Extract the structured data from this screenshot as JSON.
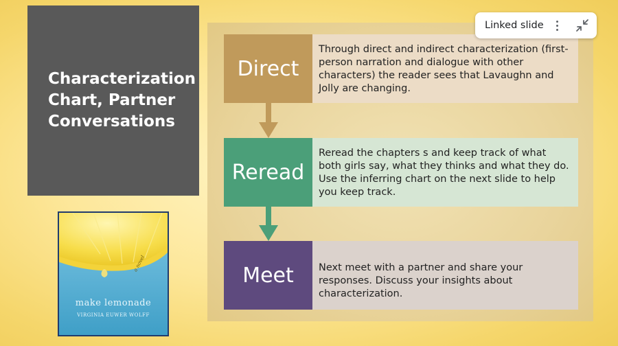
{
  "slide": {
    "title": "Characterization Chart, Partner Conversations"
  },
  "book_cover": {
    "title": "make lemonade",
    "author": "Virginia Euwer Wolff",
    "label": "a novel"
  },
  "rows": [
    {
      "label": "Direct",
      "color": "#c09a5b",
      "text_bg": "#ecdcc6",
      "text": "Through direct and indirect characterization (first-person narration and dialogue with other characters) the reader sees that Lavaughn and Jolly are changing."
    },
    {
      "label": "Reread",
      "color": "#4b9f79",
      "text_bg": "#d6e6d4",
      "text": "Reread the chapters s and keep track of what both girls  say, what they thinks and what they do. Use the inferring chart on the next slide to help you keep track."
    },
    {
      "label": "Meet",
      "color": "#5e4a7e",
      "text_bg": "#dbd2cc",
      "text": "Next meet with a partner and share your responses. Discuss your insights about characterization."
    }
  ],
  "linked_slide": {
    "label": "Linked slide",
    "more_icon": "more-vert-icon",
    "collapse_icon": "collapse-icon"
  }
}
